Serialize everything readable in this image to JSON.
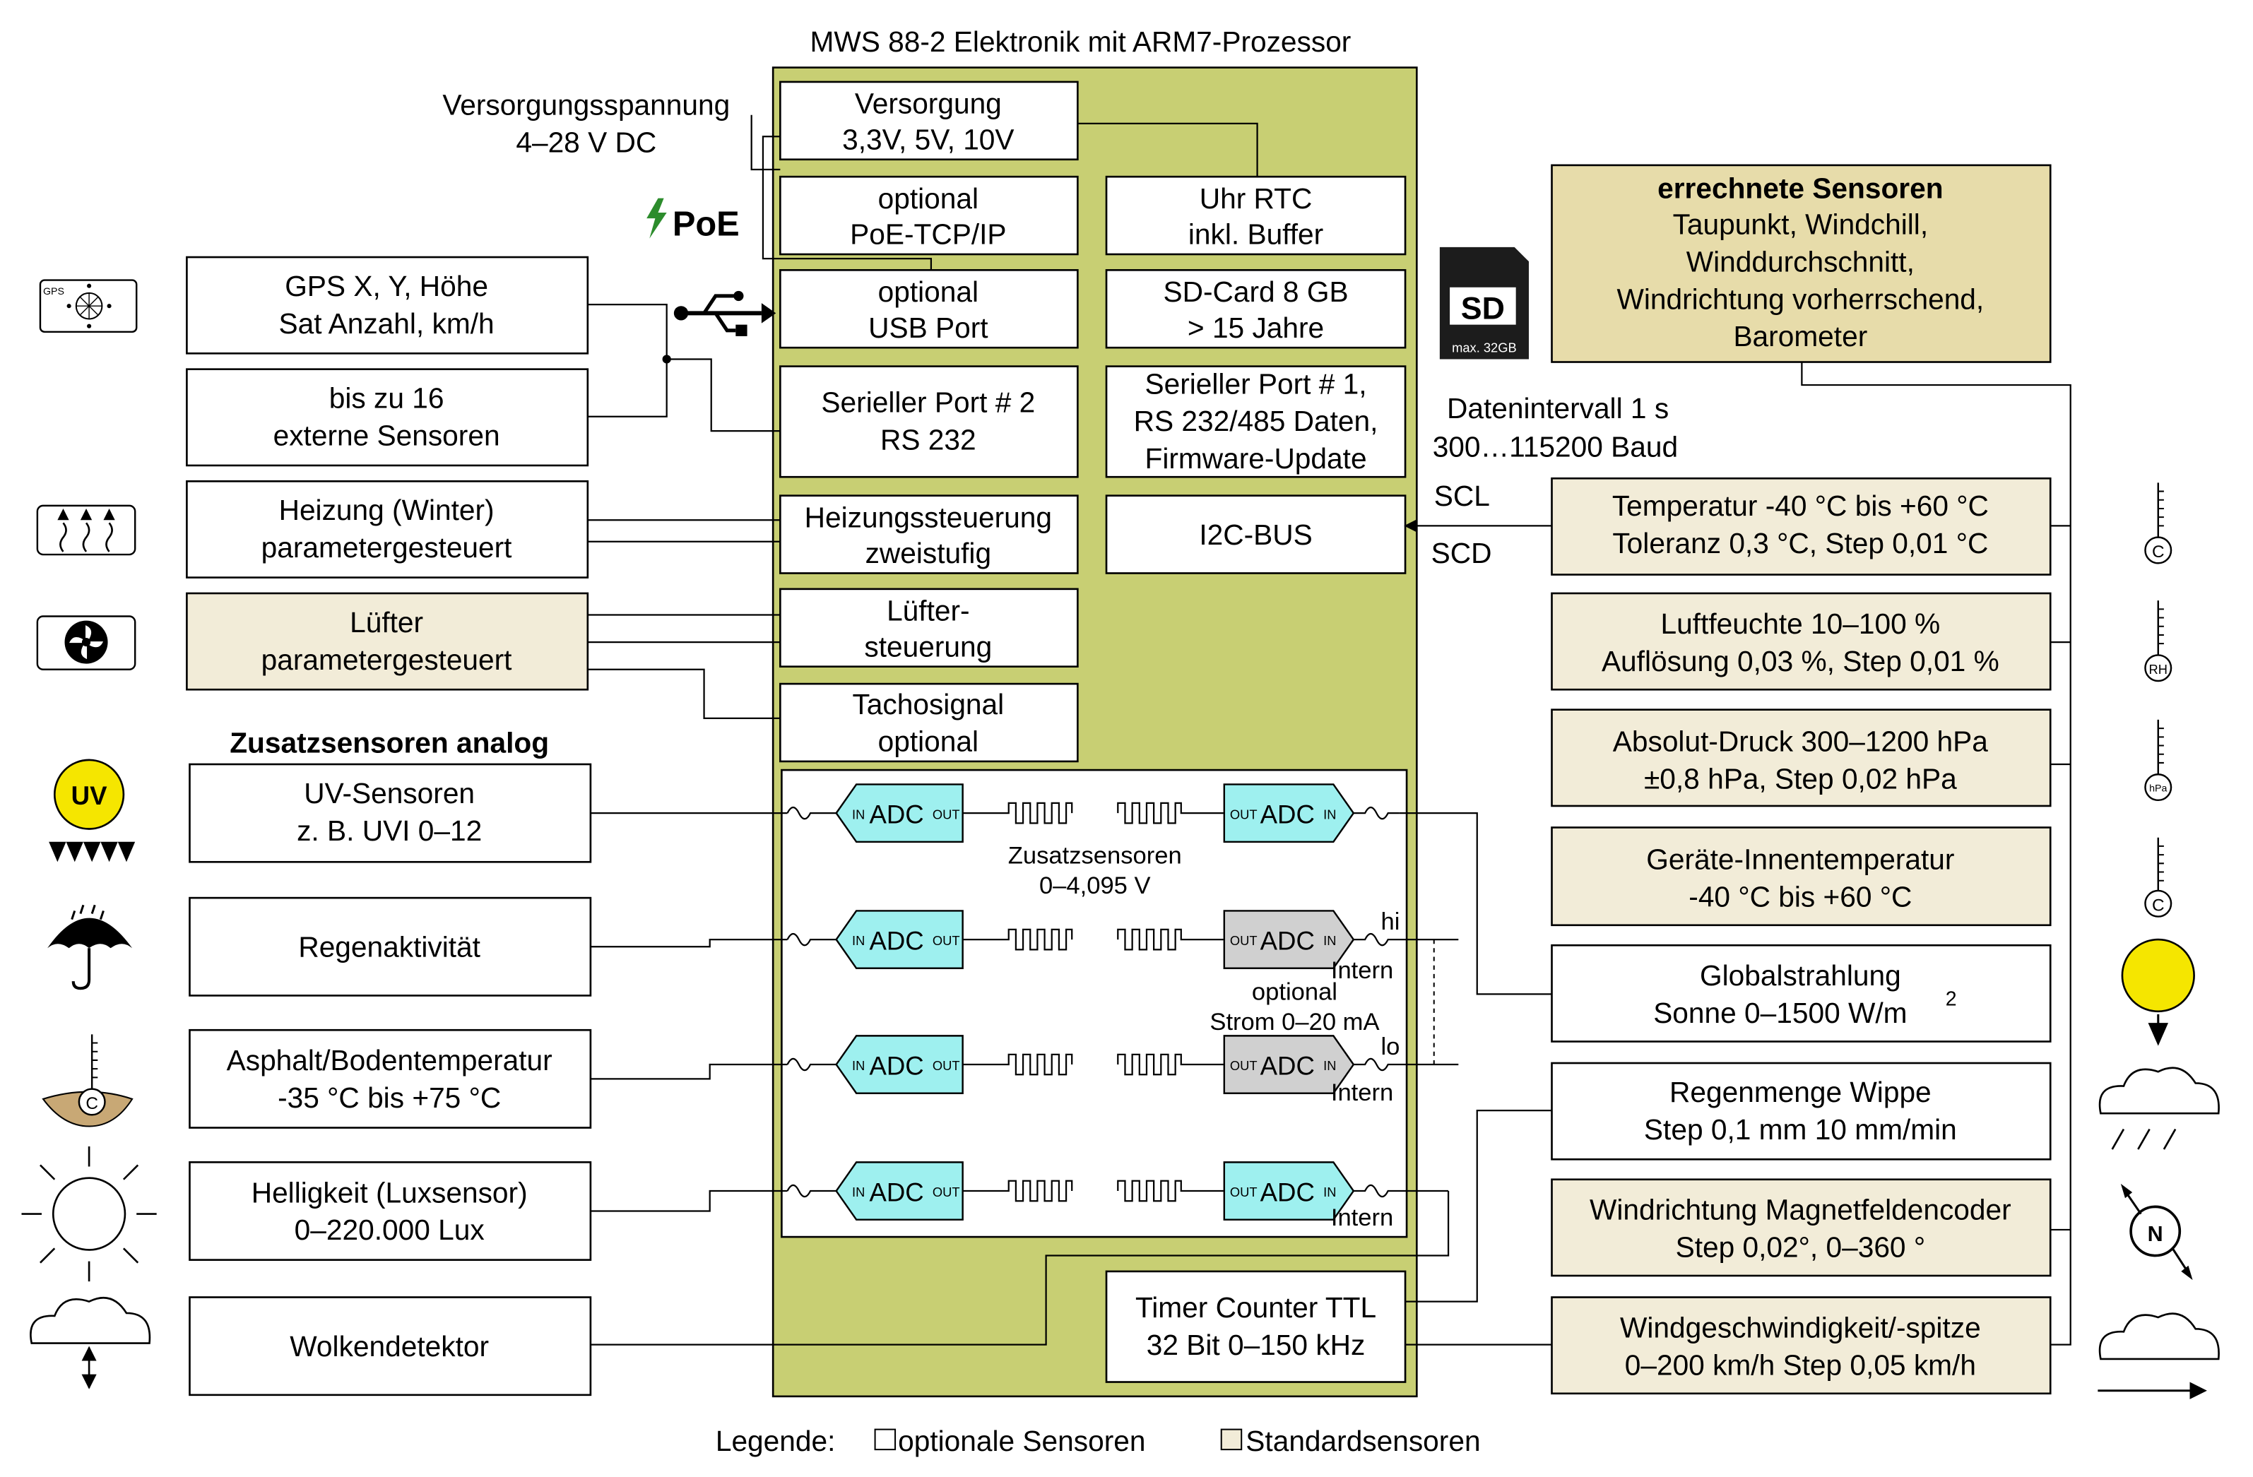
{
  "title": "MWS 88-2 Elektronik mit ARM7-Prozessor",
  "supply": {
    "line1": "Versorgungsspannung",
    "line2": "4–28 V DC"
  },
  "poe_label": "PoE",
  "internal": {
    "versorgung": [
      "Versorgung",
      "3,3V, 5V, 10V"
    ],
    "poe": [
      "optional",
      "PoE-TCP/IP"
    ],
    "rtc": [
      "Uhr RTC",
      "inkl. Buffer"
    ],
    "usb": [
      "optional",
      "USB Port"
    ],
    "sd": [
      "SD-Card 8 GB",
      "> 15 Jahre"
    ],
    "serial2": [
      "Serieller Port # 2",
      "RS 232"
    ],
    "serial1": [
      "Serieller Port # 1,",
      "RS 232/485 Daten,",
      "Firmware-Update"
    ],
    "heizung": [
      "Heizungssteuerung",
      "zweistufig"
    ],
    "i2c": "I2C-BUS",
    "luefter": [
      "Lüfter-",
      "steuerung"
    ],
    "tacho": [
      "Tachosignal",
      "optional"
    ],
    "timer": [
      "Timer Counter TTL",
      "32 Bit 0–150 kHz"
    ]
  },
  "sd_icon": {
    "label": "SD",
    "capacity": "max. 32GB"
  },
  "gps_icon_label": "GPS",
  "uv_icon_label": "UV",
  "left_boxes": {
    "gps": [
      "GPS X, Y, Höhe",
      "Sat Anzahl, km/h"
    ],
    "extern": [
      "bis zu 16",
      "externe Sensoren"
    ],
    "heizung": [
      "Heizung (Winter)",
      "parametergesteuert"
    ],
    "luefter": [
      "Lüfter",
      "parametergesteuert"
    ]
  },
  "analog_heading": "Zusatzsensoren analog",
  "analog_boxes": {
    "uv": [
      "UV-Sensoren",
      "z. B. UVI 0–12"
    ],
    "regen": "Regenaktivität",
    "asphalt": [
      "Asphalt/Bodentemperatur",
      "-35 °C bis +75 °C"
    ],
    "hell": [
      "Helligkeit (Luxsensor)",
      "0–220.000 Lux"
    ],
    "wolke": "Wolkendetektor"
  },
  "adc": {
    "label": "ADC",
    "in": "IN",
    "out": "OUT",
    "zusatz": [
      "Zusatzsensoren",
      "0–4,095 V"
    ],
    "strom": [
      "optional",
      "Strom 0–20 mA"
    ],
    "hi": "hi",
    "lo": "lo",
    "intern": "Intern"
  },
  "computed": {
    "heading": "errechnete Sensoren",
    "lines": [
      "Taupunkt, Windchill,",
      "Winddurchschnitt,",
      "Windrichtung vorherrschend,",
      "Barometer"
    ]
  },
  "data_interval": [
    "Datenintervall 1 s",
    "300…115200 Baud"
  ],
  "bus": {
    "scl": "SCL",
    "scd": "SCD"
  },
  "right_boxes": {
    "temp": [
      "Temperatur -40 °C bis +60 °C",
      "Toleranz 0,3 °C, Step 0,01 °C"
    ],
    "feuchte": [
      "Luftfeuchte 10–100 %",
      "Auflösung 0,03 %, Step 0,01 %"
    ],
    "druck": [
      "Absolut-Druck 300–1200 hPa",
      "±0,8 hPa, Step 0,02 hPa"
    ],
    "innen": [
      "Geräte-Innentemperatur",
      "-40 °C bis +60 °C"
    ],
    "global": [
      "Globalstrahlung",
      "Sonne 0–1500 W/m",
      "2"
    ],
    "regenmenge": [
      "Regenmenge Wippe",
      "Step 0,1 mm 10 mm/min"
    ],
    "windrichtung": [
      "Windrichtung Magnetfeldencoder",
      "Step 0,02°, 0–360 °"
    ],
    "windgeschw": [
      "Windgeschwindigkeit/-spitze",
      "0–200 km/h Step 0,05 km/h"
    ]
  },
  "gauge_labels": {
    "c": "C",
    "rh": "RH",
    "hpa": "hPa",
    "n": "N"
  },
  "legend": {
    "prefix": "Legende:",
    "optional": "optionale Sensoren",
    "standard": "Standardsensoren"
  },
  "colors": {
    "board": "#c8cf73",
    "adc_cyan": "#9ef0ef",
    "adc_gray": "#d0d0d0",
    "standard_fill": "#f2ecd8",
    "computed_fill": "#e7dcaa",
    "sun_yellow": "#f5e600",
    "poe_green": "#2c8c2c"
  }
}
